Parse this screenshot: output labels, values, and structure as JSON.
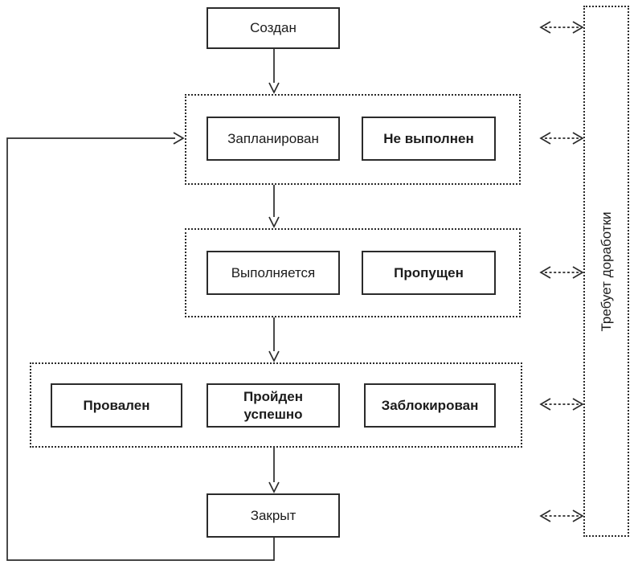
{
  "colors": {
    "line": "#2b2b2b",
    "background": "#ffffff",
    "text": "#1c1c1c"
  },
  "nodes": {
    "created": {
      "label": "Создан",
      "bold": false
    },
    "planned": {
      "label": "Запланирован",
      "bold": false
    },
    "not_executed": {
      "label": "Не выполнен",
      "bold": true
    },
    "executing": {
      "label": "Выполняется",
      "bold": false
    },
    "skipped": {
      "label": "Пропущен",
      "bold": true
    },
    "failed": {
      "label": "Провален",
      "bold": true
    },
    "passed": {
      "label": "Пройден успешно",
      "bold": true
    },
    "blocked": {
      "label": "Заблокирован",
      "bold": true
    },
    "closed": {
      "label": "Закрыт",
      "bold": false
    },
    "rework": {
      "label": "Требует доработки",
      "bold": false
    }
  }
}
